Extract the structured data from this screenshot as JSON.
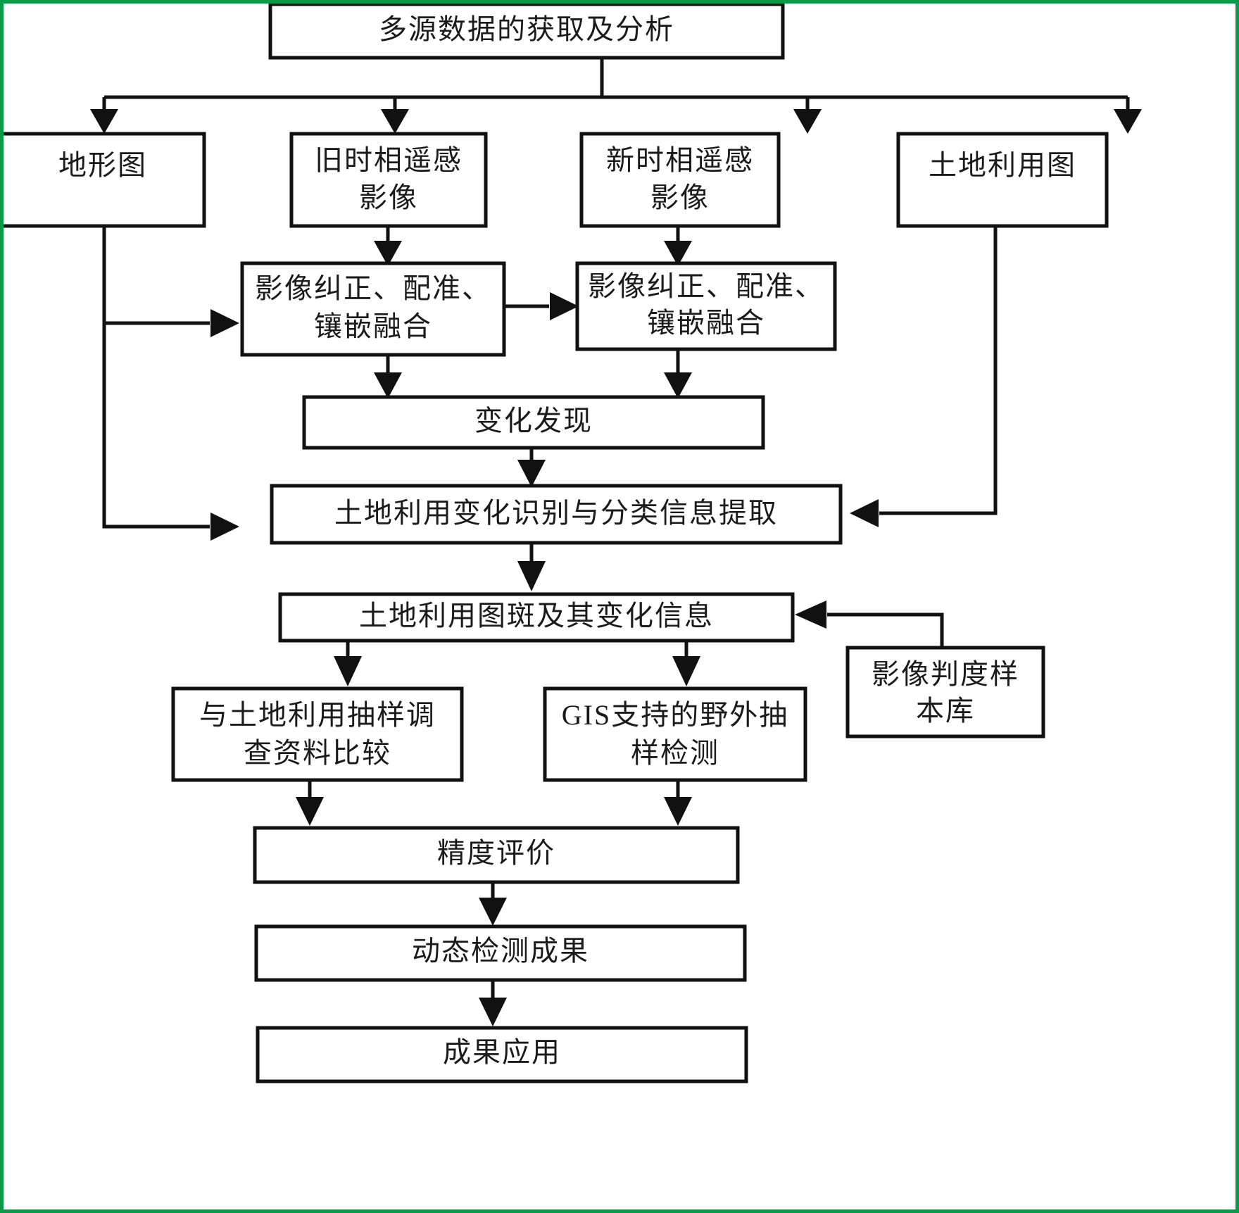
{
  "diagram": {
    "title_box": "多源数据的获取及分析",
    "frame_color": "#0a9a4a",
    "line_color": "#111111",
    "box_fill": "#ffffff",
    "nodes": [
      {
        "id": "source",
        "label": "多源数据的获取及分析"
      },
      {
        "id": "topo-map",
        "label": "地形图"
      },
      {
        "id": "old-image",
        "label": "旧时相遥感影像"
      },
      {
        "id": "new-image",
        "label": "新时相遥感影像"
      },
      {
        "id": "landuse-map",
        "label": "土地利用图"
      },
      {
        "id": "preprocess-old",
        "label_line1": "影像纠正、配准、",
        "label_line2": "镶嵌融合"
      },
      {
        "id": "preprocess-new",
        "label_line1": "影像纠正、配准、",
        "label_line2": "镶嵌融合"
      },
      {
        "id": "change-detect",
        "label": "变化发现"
      },
      {
        "id": "identify",
        "label": "土地利用变化识别与分类信息提取"
      },
      {
        "id": "patches",
        "label": "土地利用图斑及其变化信息"
      },
      {
        "id": "sample-compare",
        "label_line1": "与土地利用抽样调",
        "label_line2": "查资料比较"
      },
      {
        "id": "gis-field",
        "label_line1": "GIS支持的野外抽",
        "label_line2": "样检测"
      },
      {
        "id": "sample-lib",
        "label_line1": "影像判度样",
        "label_line2": "本库"
      },
      {
        "id": "accuracy",
        "label": "精度评价"
      },
      {
        "id": "result",
        "label": "动态检测成果"
      },
      {
        "id": "application",
        "label": "成果应用"
      }
    ],
    "labels": {
      "source": "多源数据的获取及分析",
      "topo_map": "地形图",
      "old_image_l1": "旧时相遥感",
      "old_image_l2": "影像",
      "new_image_l1": "新时相遥感",
      "new_image_l2": "影像",
      "landuse_map": "土地利用图",
      "preprocess_old_l1": "影像纠正、配准、",
      "preprocess_old_l2": "镶嵌融合",
      "preprocess_new_l1": "影像纠正、配准、",
      "preprocess_new_l2": "镶嵌融合",
      "change_detect": "变化发现",
      "identify": "土地利用变化识别与分类信息提取",
      "patches": "土地利用图斑及其变化信息",
      "sample_compare_l1": "与土地利用抽样调",
      "sample_compare_l2": "查资料比较",
      "gis_field_l1": "GIS支持的野外抽",
      "gis_field_l2": "样检测",
      "sample_lib_l1": "影像判度样",
      "sample_lib_l2": "本库",
      "accuracy": "精度评价",
      "result": "动态检测成果",
      "application": "成果应用"
    }
  }
}
